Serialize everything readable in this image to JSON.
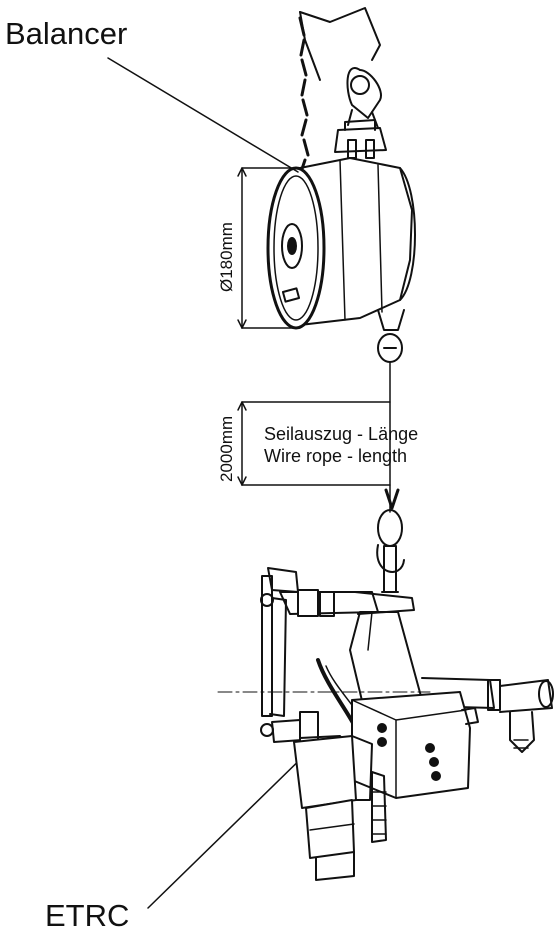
{
  "labels": {
    "balancer": "Balancer",
    "etrc": "ETRC",
    "diameter": "Ø180mm",
    "rope_length": "2000mm",
    "rope_de": "Seilauszug - Länge",
    "rope_en": "Wire rope - length"
  },
  "colors": {
    "ink": "#111111",
    "background": "#ffffff"
  }
}
